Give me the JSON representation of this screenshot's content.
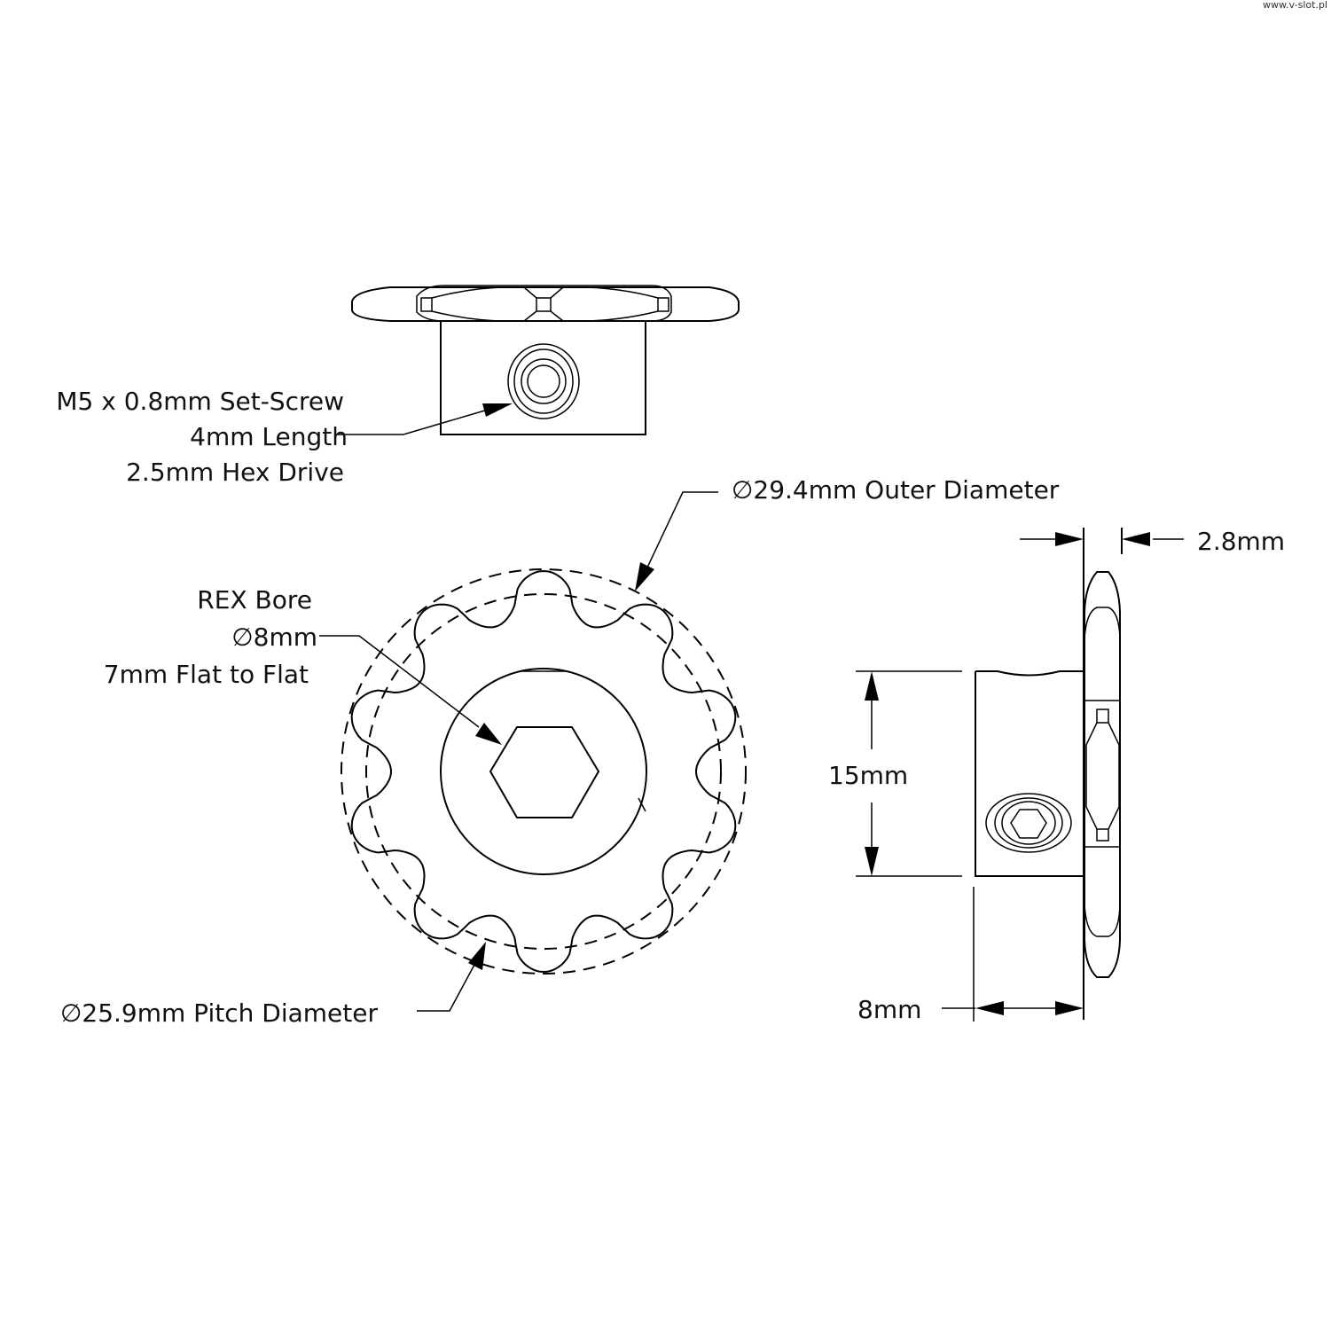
{
  "watermark": "www.v-slot.pl",
  "callouts": {
    "set_screw": [
      "M5 x 0.8mm Set-Screw",
      "4mm Length",
      "2.5mm Hex Drive"
    ],
    "outer_diameter": "∅29.4mm Outer Diameter",
    "bore": [
      "REX Bore",
      "∅8mm",
      "7mm Flat to Flat"
    ],
    "pitch_diameter": "∅25.9mm Pitch Diameter"
  },
  "dimensions": {
    "plate_thickness": "2.8mm",
    "hub_diameter": "15mm",
    "hub_length": "8mm"
  },
  "sprocket": {
    "teeth": 10
  }
}
